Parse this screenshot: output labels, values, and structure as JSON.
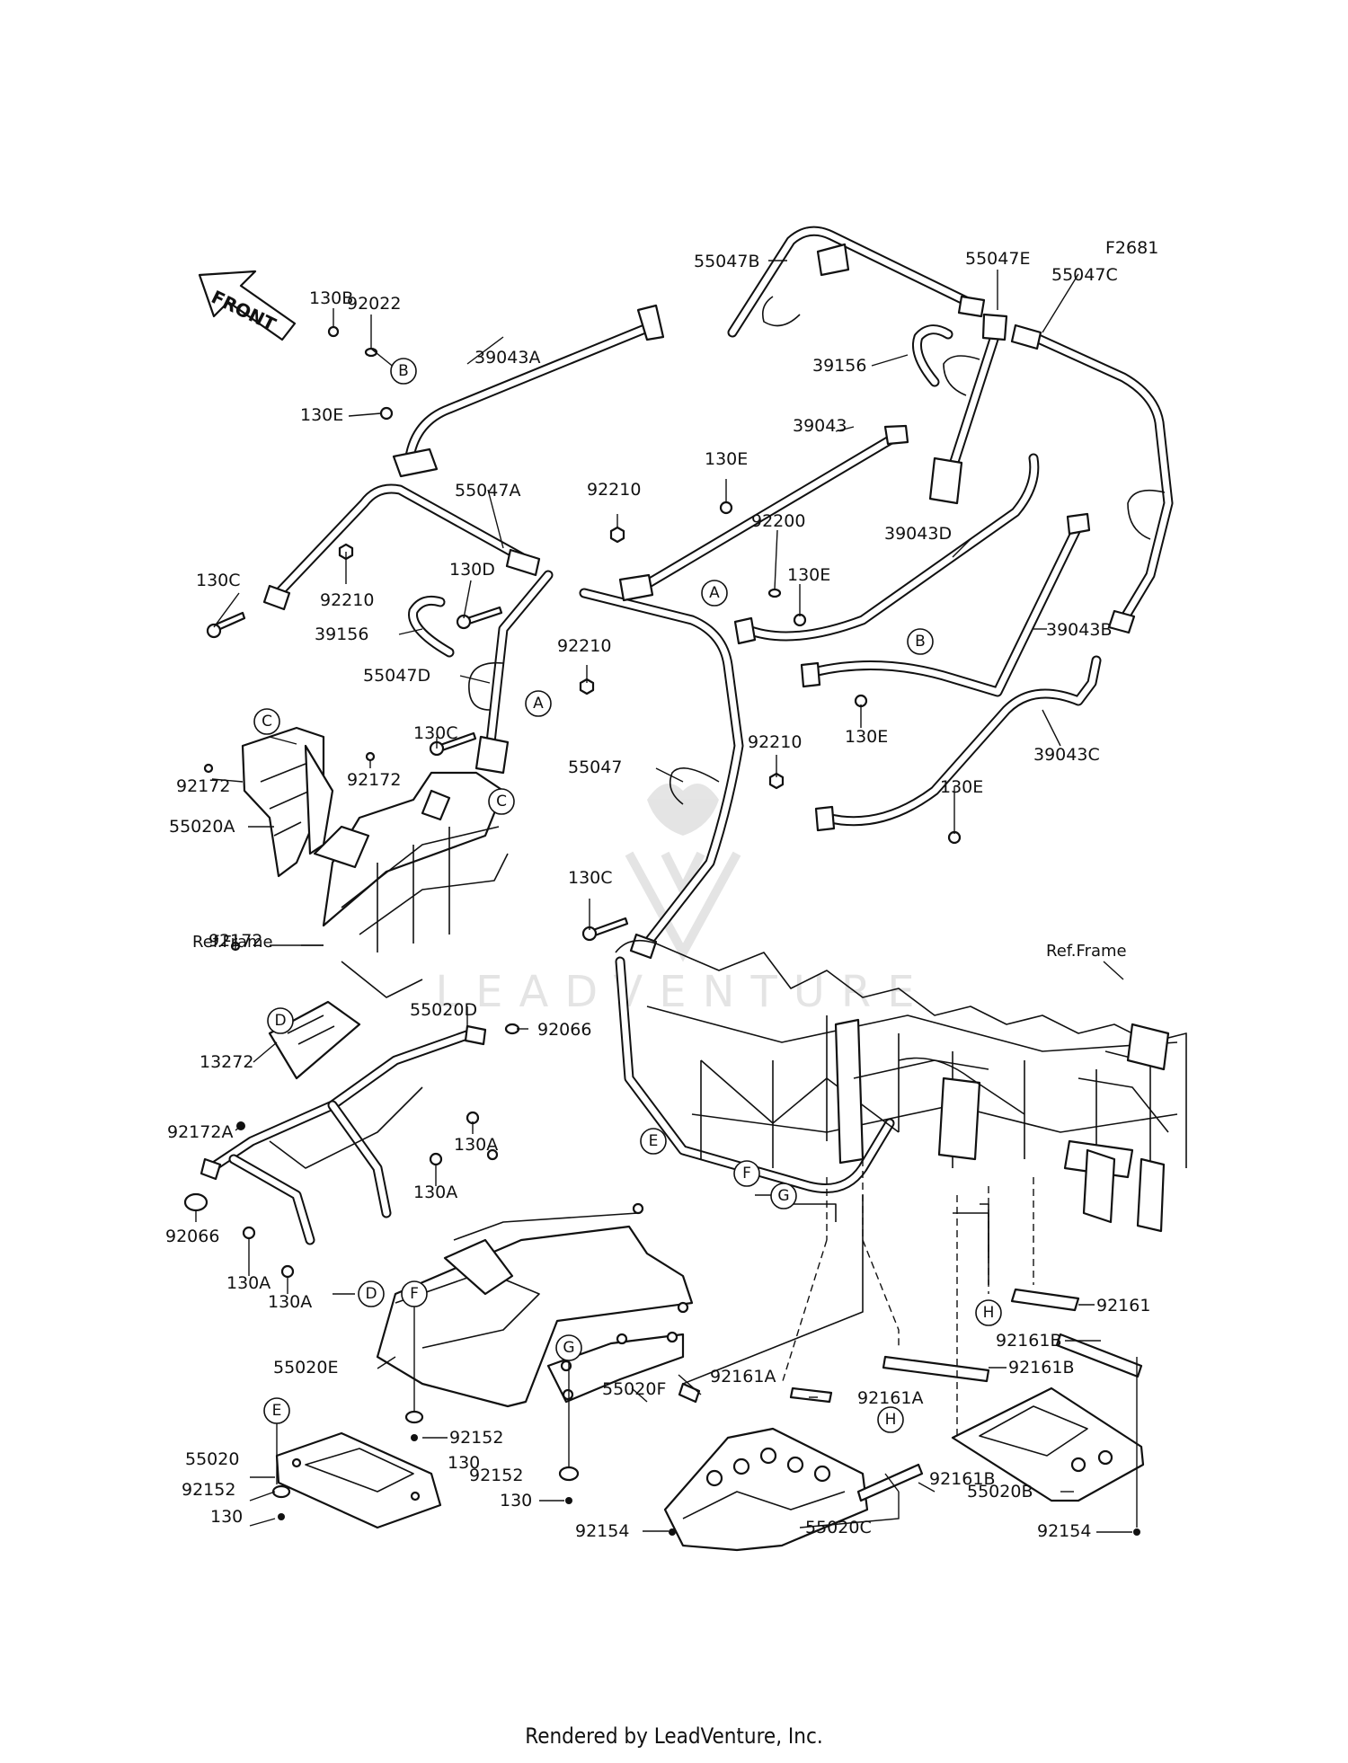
{
  "diagram_code": "F2681",
  "front_arrow": "FRONT",
  "footer": "Rendered by LeadVenture, Inc.",
  "watermark": "LEADVENTURE",
  "ref_frame_left": "Ref.Frame",
  "ref_frame_right": "Ref.Frame",
  "parts": {
    "p130B": "130B",
    "p92022": "92022",
    "p39043A": "39043A",
    "p130E_a": "130E",
    "p55047A": "55047A",
    "p92210_a": "92210",
    "p130C_a": "130C",
    "p92210_b": "92210",
    "p130D": "130D",
    "p39156_a": "39156",
    "p55047D": "55047D",
    "p92210_c": "92210",
    "p130C_b": "130C",
    "p55047": "55047",
    "p92210_d": "92210",
    "p130C_c": "130C",
    "p55047B": "55047B",
    "p55047E": "55047E",
    "p55047C": "55047C",
    "p39156_b": "39156",
    "p39043": "39043",
    "p130E_b": "130E",
    "p92200": "92200",
    "p130E_c": "130E",
    "p39043D": "39043D",
    "p39043B": "39043B",
    "p130E_d": "130E",
    "p39043C": "39043C",
    "p130E_e": "130E",
    "p92172_a": "92172",
    "p92172_b": "92172",
    "p55020A": "55020A",
    "p92172_c": "92172",
    "p13272": "13272",
    "p92172A": "92172A",
    "p55020D": "55020D",
    "p92066_a": "92066",
    "p130A_a": "130A",
    "p130A_b": "130A",
    "p92066_b": "92066",
    "p130A_c": "130A",
    "p130A_d": "130A",
    "p55020E": "55020E",
    "p92152_a": "92152",
    "p130_a": "130",
    "p55020F": "55020F",
    "p92152_b": "92152",
    "p130_b": "130",
    "p55020": "55020",
    "p92152_c": "92152",
    "p130_c": "130",
    "p92161A_a": "92161A",
    "p92161A_b": "92161A",
    "p92154_a": "92154",
    "p55020C": "55020C",
    "p92161B_a": "92161B",
    "p92161": "92161",
    "p92161B_b": "92161B",
    "p92161B_c": "92161B",
    "p55020B": "55020B",
    "p92154_b": "92154"
  },
  "callouts": {
    "A": "A",
    "B": "B",
    "C": "C",
    "D": "D",
    "E": "E",
    "F": "F",
    "G": "G",
    "H": "H"
  }
}
